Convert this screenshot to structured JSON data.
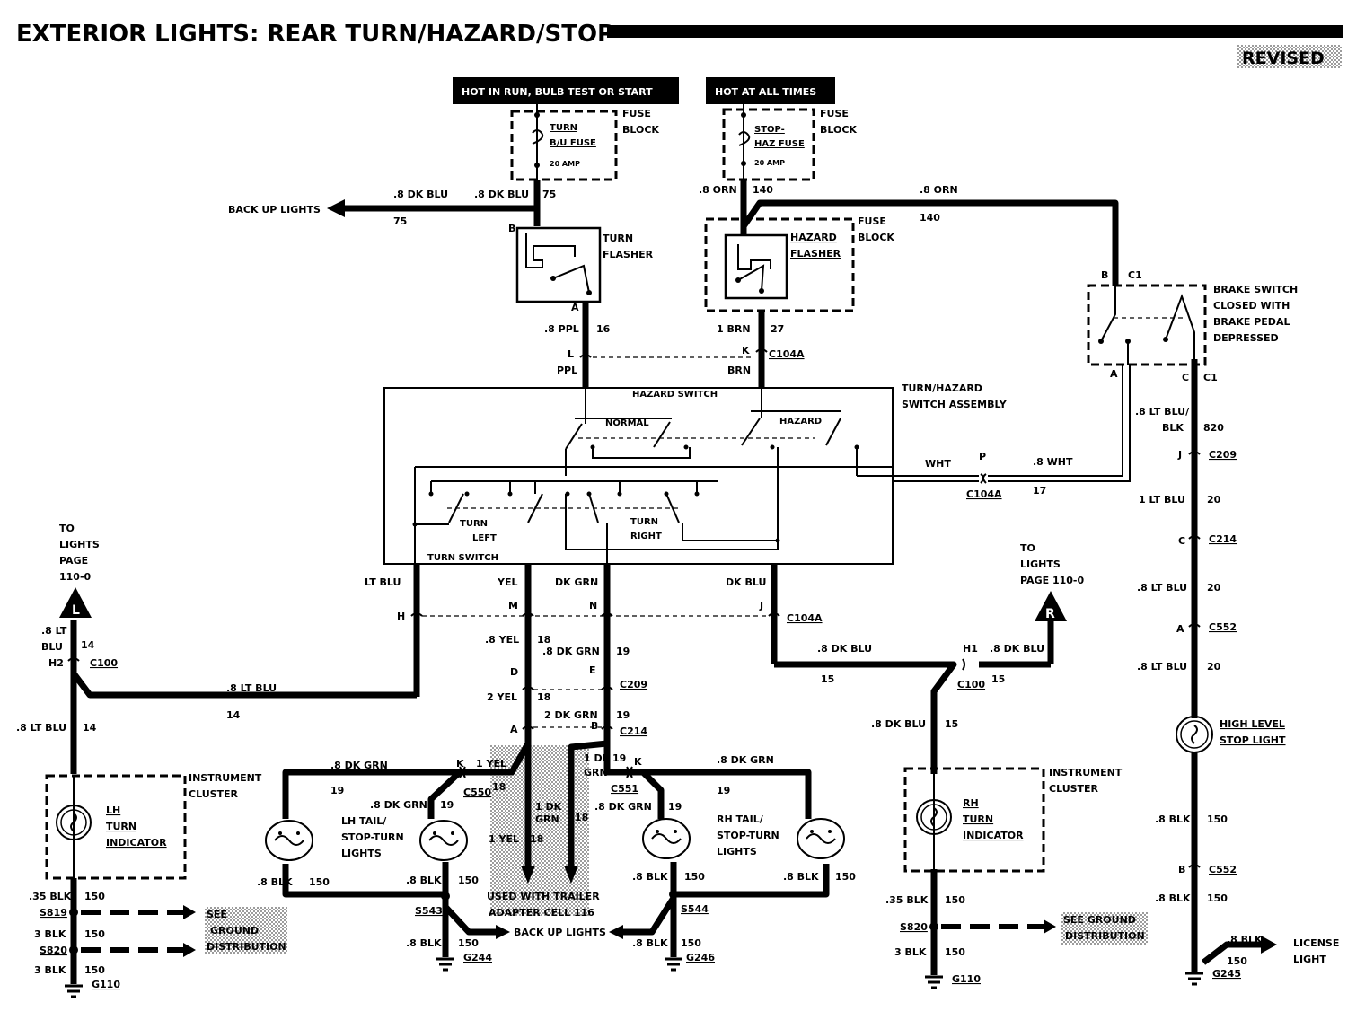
{
  "title": "EXTERIOR LIGHTS: REAR TURN/HAZARD/STOP",
  "revised": "REVISED",
  "power": {
    "hot_run": "HOT IN RUN, BULB TEST OR START",
    "hot_always": "HOT AT ALL TIMES"
  },
  "components": {
    "turn_fuse": [
      "TURN",
      "B/U FUSE",
      "20 AMP"
    ],
    "stop_fuse": [
      "STOP-",
      "HAZ FUSE",
      "20 AMP"
    ],
    "fuse_block": [
      "FUSE",
      "BLOCK"
    ],
    "turn_flasher": [
      "TURN",
      "FLASHER"
    ],
    "hazard_flasher": [
      "HAZARD",
      "FLASHER"
    ],
    "brake_switch": [
      "BRAKE SWITCH",
      "CLOSED WITH",
      "BRAKE PEDAL",
      "DEPRESSED"
    ],
    "turn_hazard_assembly": [
      "TURN/HAZARD",
      "SWITCH ASSEMBLY"
    ],
    "hazard_switch": "HAZARD SWITCH",
    "turn_switch": "TURN SWITCH",
    "normal": "NORMAL",
    "hazard": "HAZARD",
    "turn_left": [
      "TURN",
      "LEFT"
    ],
    "turn_right": [
      "TURN",
      "RIGHT"
    ],
    "lh_indicator": [
      "LH",
      "TURN",
      "INDICATOR"
    ],
    "rh_indicator": [
      "RH",
      "TURN",
      "INDICATOR"
    ],
    "instrument_cluster": [
      "INSTRUMENT",
      "CLUSTER"
    ],
    "lh_tail": [
      "LH TAIL/",
      "STOP-TURN",
      "LIGHTS"
    ],
    "rh_tail": [
      "RH TAIL/",
      "STOP-TURN",
      "LIGHTS"
    ],
    "high_level": [
      "HIGH LEVEL",
      "STOP LIGHT"
    ],
    "license_light": [
      "LICENSE",
      "LIGHT"
    ],
    "to_lights_left": [
      "TO",
      "LIGHTS",
      "PAGE",
      "110-0"
    ],
    "to_lights_right": [
      "TO",
      "LIGHTS",
      "PAGE 110-0"
    ],
    "see_ground": [
      "SEE",
      "GROUND",
      "DISTRIBUTION"
    ],
    "see_ground_right": [
      "SEE GROUND",
      "DISTRIBUTION"
    ],
    "trailer_note": [
      "USED WITH TRAILER",
      "ADAPTER CELL 116"
    ]
  },
  "wires": {
    "back_up_lights": "BACK UP LIGHTS",
    "dk_blu_8": ".8 DK BLU",
    "dk_blu_plain": "DK BLU",
    "c75": "75",
    "orn_8": ".8 ORN",
    "c140": "140",
    "ppl_8": ".8 PPL",
    "c16": "16",
    "brn_1": "1 BRN",
    "c27": "27",
    "ppl": "PPL",
    "brn": "BRN",
    "lt_blu": "LT BLU",
    "yel": "YEL",
    "dk_grn": "DK GRN",
    "wht": "WHT",
    "wht_8": ".8 WHT",
    "c17": "17",
    "lt_blu_blk_8": ".8 LT BLU/",
    "blk": "BLK",
    "c820": "820",
    "lt_blu_1": "1 LT BLU",
    "c20": "20",
    "lt_blu_8": ".8 LT BLU",
    "lt_8": ".8 LT",
    "blu": "BLU",
    "c14": "14",
    "yel_8": ".8 YEL",
    "c18": "18",
    "dk_grn_8": ".8 DK GRN",
    "c19": "19",
    "yel_2": "2 YEL",
    "dk_grn_2": "2 DK GRN",
    "yel_1": "1 YEL",
    "dk_1": "1 DK",
    "grn": "GRN",
    "c15": "15",
    "blk_8": ".8 BLK",
    "c150": "150",
    "blk_35": ".35 BLK",
    "blk_3": "3 BLK"
  },
  "connectors": {
    "B": "B",
    "A": "A",
    "L": "L",
    "K": "K",
    "C1": "C1",
    "C": "C",
    "C104A": "C104A",
    "P": "P",
    "J": "J",
    "C209": "C209",
    "C214": "C214",
    "C552": "C552",
    "H": "H",
    "M": "M",
    "N": "N",
    "H1": "H1",
    "H2": "H2",
    "C100": "C100",
    "D": "D",
    "E": "E",
    "C550": "C550",
    "C551": "C551",
    "S543": "S543",
    "S544": "S544",
    "S819": "S819",
    "S820": "S820",
    "G244": "G244",
    "G246": "G246",
    "G110": "G110",
    "G245": "G245",
    "Lmark": "L",
    "Rmark": "R"
  }
}
